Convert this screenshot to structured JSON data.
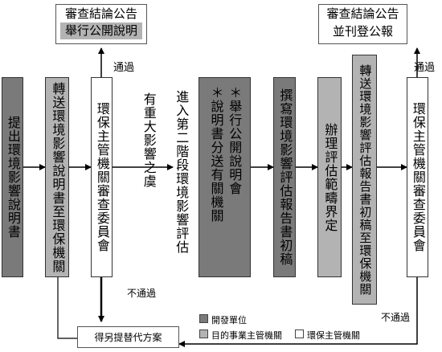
{
  "steps": [
    {
      "text": "提出環境影響說明書",
      "role": "developer"
    },
    {
      "text": "轉送環境影響說明書至環保機關",
      "role": "competent"
    },
    {
      "text": "環保主管機關審查委員會",
      "role": "epa"
    },
    {
      "text": "撰寫環境影響評估報告書初稿",
      "role": "developer"
    },
    {
      "text": "辦理評估範疇界定",
      "role": "competent"
    },
    {
      "text": "轉送環境影響評估報告書初稿至環保機關",
      "role": "competent"
    },
    {
      "text": "環保主管機關審查委員會",
      "role": "epa"
    }
  ],
  "notices": {
    "left": {
      "line1": "審查結論公告",
      "line2": "舉行公開說明"
    },
    "right": {
      "line1": "審查結論公告",
      "line2": "並刊登公報"
    }
  },
  "branch_text": "有重大影響之虞",
  "stage2_text": "進入第二階段環境影響評估",
  "procedures": {
    "public_hearing": "＊舉行公開說明會",
    "send_copies": "＊說明書分送有關機關"
  },
  "labels": {
    "pass_left": "通過",
    "pass_right": "通過",
    "fail_left": "不通過",
    "fail_right": "不通過"
  },
  "alternative": "得另提替代方案",
  "legend": [
    {
      "role": "developer",
      "label": "開發單位"
    },
    {
      "role": "competent",
      "label": "目的事業主管機關"
    },
    {
      "role": "epa",
      "label": "環保主管機關"
    }
  ],
  "colors": {
    "developer": "#7a7a7a",
    "competent": "#b3b3b3",
    "epa": "#ffffff"
  }
}
